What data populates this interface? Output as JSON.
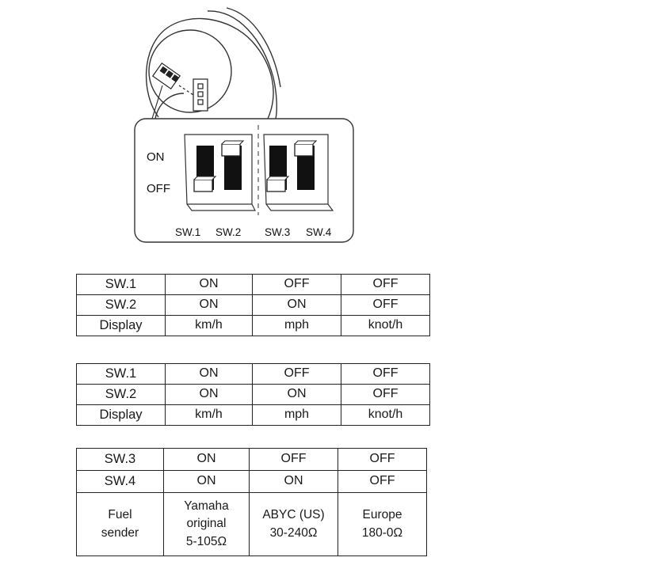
{
  "diagram": {
    "on_label": "ON",
    "off_label": "OFF",
    "switch_labels": [
      "SW.1",
      "SW.2",
      "SW.3",
      "SW.4"
    ],
    "switch_positions": [
      "OFF",
      "ON",
      "OFF",
      "ON"
    ]
  },
  "tables": [
    {
      "rows": [
        [
          "SW.1",
          "ON",
          "OFF",
          "OFF"
        ],
        [
          "SW.2",
          "ON",
          "ON",
          "OFF"
        ],
        [
          "Display",
          "km/h",
          "mph",
          "knot/h"
        ]
      ]
    },
    {
      "rows": [
        [
          "SW.1",
          "ON",
          "OFF",
          "OFF"
        ],
        [
          "SW.2",
          "ON",
          "ON",
          "OFF"
        ],
        [
          "Display",
          "km/h",
          "mph",
          "knot/h"
        ]
      ]
    },
    {
      "rows": [
        [
          "SW.3",
          "ON",
          "OFF",
          "OFF"
        ],
        [
          "SW.4",
          "ON",
          "ON",
          "OFF"
        ]
      ],
      "fuel_row": {
        "label_lines": [
          "Fuel",
          "sender"
        ],
        "cells": [
          [
            "Yamaha",
            "original",
            "5-105Ω"
          ],
          [
            "ABYC (US)",
            "30-240Ω"
          ],
          [
            "Europe",
            "180-0Ω"
          ]
        ]
      }
    }
  ]
}
